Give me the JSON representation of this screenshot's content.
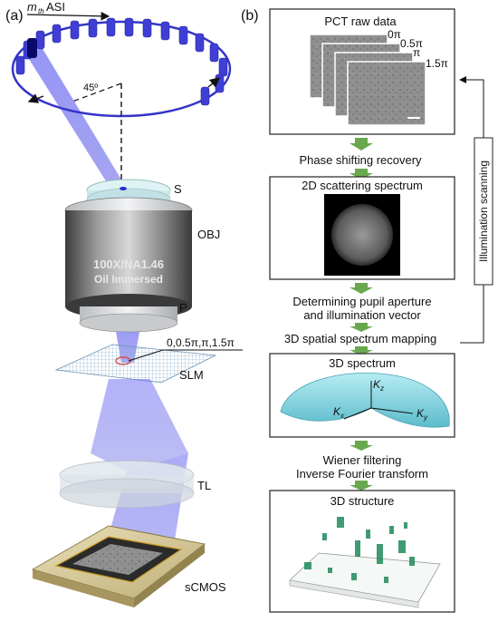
{
  "panel_a": {
    "label": "(a)",
    "asi_prefix": "m",
    "asi_sub": "th",
    "asi_suffix": " ASI",
    "angle": "45º",
    "sample_label": "S",
    "objective_label": "OBJ",
    "objective_text_line1": "100X/NA1.46",
    "objective_text_line2": "Oil Immersed",
    "pupil_label": "P",
    "phases_label": "0,0.5π,π,1.5π",
    "slm_label": "SLM",
    "tube_lens_label": "TL",
    "camera_label": "sCMOS"
  },
  "panel_b": {
    "label": "(b)",
    "box1_title": "PCT raw data",
    "phase_0": "0π",
    "phase_05": "0.5π",
    "phase_1": "π",
    "phase_15": "1.5π",
    "step1": "Phase shifting recovery",
    "box2_title": "2D scattering spectrum",
    "step2_line1": "Determining pupil aperture",
    "step2_line2": "and illumination vector",
    "step3": "3D spatial spectrum mapping",
    "box3_title": "3D spectrum",
    "kz_label": "K",
    "kz_sub": "z",
    "kx_label": "K",
    "kx_sub": "x",
    "ky_label": "K",
    "ky_sub": "y",
    "step4_line1": "Wiener filtering",
    "step4_line2": "Inverse Fourier transform",
    "box4_title": "3D structure",
    "side_label": "Illumination scanning"
  },
  "colors": {
    "beam": "#4c4cf0",
    "ring": "#3535c8",
    "arrow_green": "#6aa84f",
    "spectrum_cyan": "#7fd3e0",
    "structure_green": "#1f8a5a"
  }
}
